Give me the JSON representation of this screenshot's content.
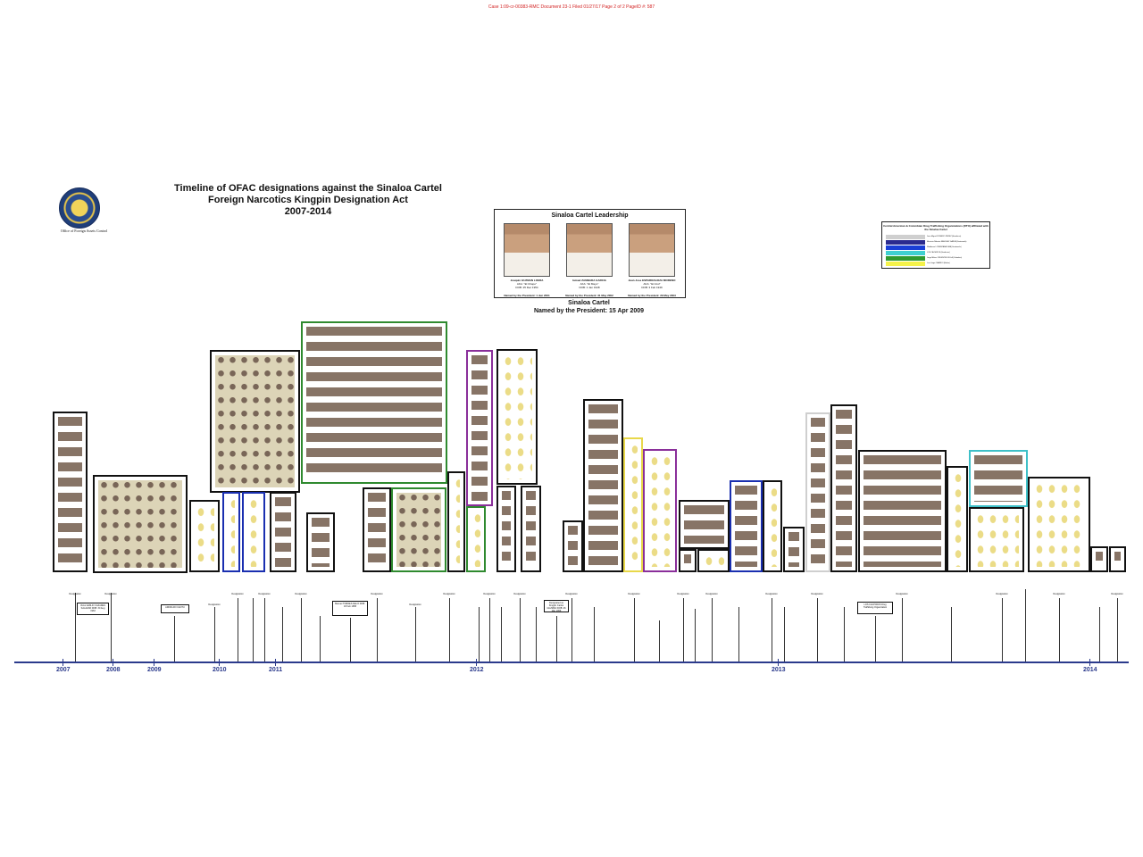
{
  "header": {
    "case_line": "Case 1:09-cr-00383-RMC   Document 23-1   Filed 01/27/17   Page 2 of 2 PageID #: 587"
  },
  "agency": {
    "office": "Office of Foreign Assets Control",
    "seal_icon": "treasury-seal-icon"
  },
  "title": {
    "line1": "Timeline of OFAC designations against the Sinaloa Cartel",
    "line2": "Foreign Narcotics Kingpin Designation Act",
    "line3": "2007-2014"
  },
  "leadership": {
    "heading": "Sinaloa Cartel Leadership",
    "leaders": [
      {
        "name": "Joaquin GUZMAN LOERA",
        "aka": "AKA: \"El Chapo\"",
        "dob": "DOB: 25 Dec 1954",
        "named": "Named by the President: 1 Jun 2001"
      },
      {
        "name": "Ismael ZAMBADA GARCIA",
        "aka": "AKA: \"El Mayo\"",
        "dob": "DOB: 1 Jan 1948",
        "named": "Named by the President: 31 May 2002"
      },
      {
        "name": "Juan Jose ESPARRAGOZA MORENO",
        "aka": "AKA: \"El Azul\"",
        "dob": "DOB: 3 Feb 1949",
        "named": "Named by the President: 29 May 2003"
      }
    ],
    "caption1": "Sinaloa Cartel",
    "caption2": "Named by the President: 15 Apr 2009"
  },
  "legend": {
    "title": "Central American & Colombian Drug Trafficking Organizations (DTO) affiliated with the Sinaloa Cartel",
    "entries": [
      {
        "label": "Juan Miguel ROMERO PEREZ (Honduras)",
        "color": "#cfcfcf"
      },
      {
        "label": "Mauricio Roberto SANCHEZ GARZA (Guatemala)",
        "color": "#2b2b8f"
      },
      {
        "label": "Waldemar LORENZANA LIMA (Guatemala)",
        "color": "#1a3fd6"
      },
      {
        "label": "LOS CACHIROS (Honduras)",
        "color": "#3fd0d0"
      },
      {
        "label": "Jorge Milton CIFUENTES VILLA (Colombia)",
        "color": "#2f9a2f"
      },
      {
        "label": "Luis Jorge OBANDO (Belize)",
        "color": "#f5f24a"
      }
    ]
  },
  "callouts": [
    {
      "text": "Victor EMILIO CAZARES SALAZAR DOB: 30 Aug 1963"
    },
    {
      "text": "ARNOLDO CANTU"
    },
    {
      "text": "Manuel TORRES FELIX DOB: 18 Feb 1958"
    },
    {
      "text": "Designated as Kingpin Carlos GUZMAN DOB: 26 Mar 1958"
    },
    {
      "text": "LOS CACHIROS Drug Trafficking Organization"
    }
  ],
  "timeline": {
    "years": [
      "2007",
      "2008",
      "2009",
      "2010",
      "2011",
      "2012",
      "2013",
      "2014"
    ],
    "tick_label": "Designation"
  }
}
